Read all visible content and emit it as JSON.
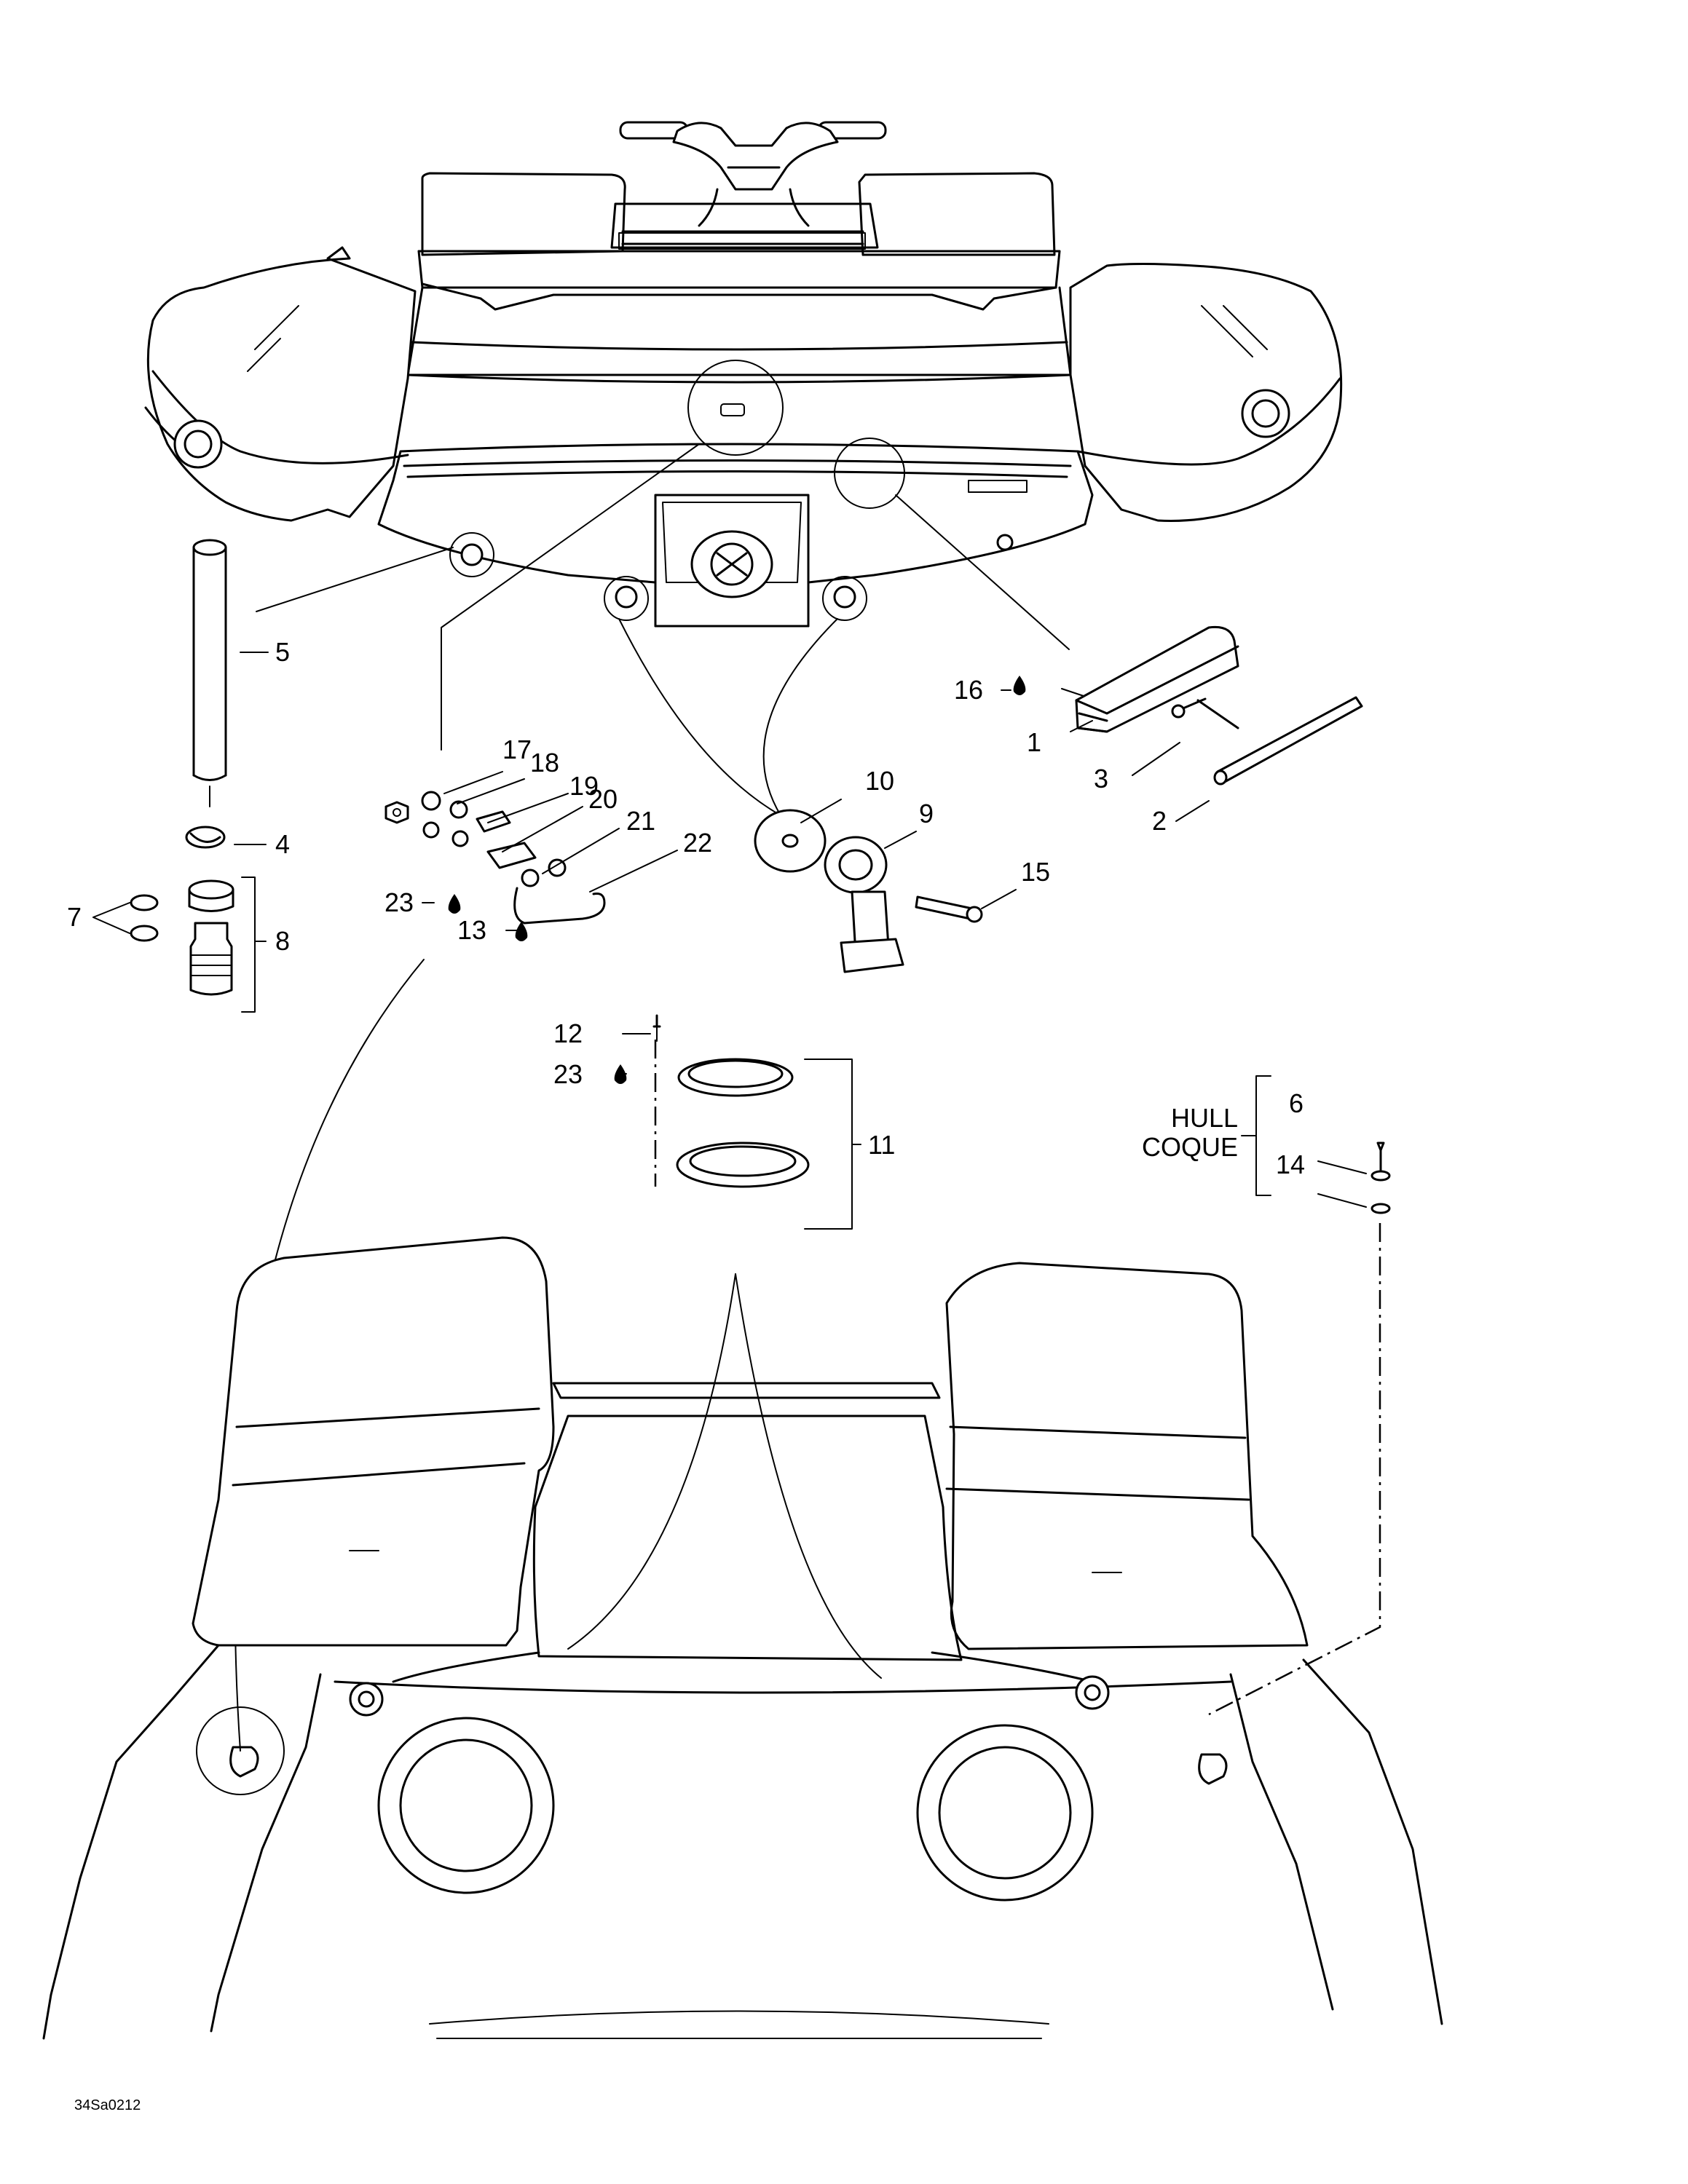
{
  "drawing_code": "34Sa0212",
  "hull_label": {
    "en": "HULL",
    "fr": "COQUE"
  },
  "callouts": [
    {
      "id": "c1",
      "text": "1"
    },
    {
      "id": "c2",
      "text": "2"
    },
    {
      "id": "c3",
      "text": "3"
    },
    {
      "id": "c4",
      "text": "4"
    },
    {
      "id": "c5",
      "text": "5"
    },
    {
      "id": "c6",
      "text": "6"
    },
    {
      "id": "c7",
      "text": "7"
    },
    {
      "id": "c8",
      "text": "8"
    },
    {
      "id": "c9",
      "text": "9"
    },
    {
      "id": "c10",
      "text": "10"
    },
    {
      "id": "c11",
      "text": "11"
    },
    {
      "id": "c12",
      "text": "12"
    },
    {
      "id": "c13",
      "text": "13"
    },
    {
      "id": "c14",
      "text": "14"
    },
    {
      "id": "c15",
      "text": "15"
    },
    {
      "id": "c16",
      "text": "16"
    },
    {
      "id": "c17",
      "text": "17"
    },
    {
      "id": "c18",
      "text": "18"
    },
    {
      "id": "c19",
      "text": "19"
    },
    {
      "id": "c20",
      "text": "20"
    },
    {
      "id": "c21",
      "text": "21"
    },
    {
      "id": "c22",
      "text": "22"
    },
    {
      "id": "c23a",
      "text": "23"
    },
    {
      "id": "c23b",
      "text": "23"
    }
  ],
  "icons": {
    "sealant": "sealant-drop-icon"
  }
}
